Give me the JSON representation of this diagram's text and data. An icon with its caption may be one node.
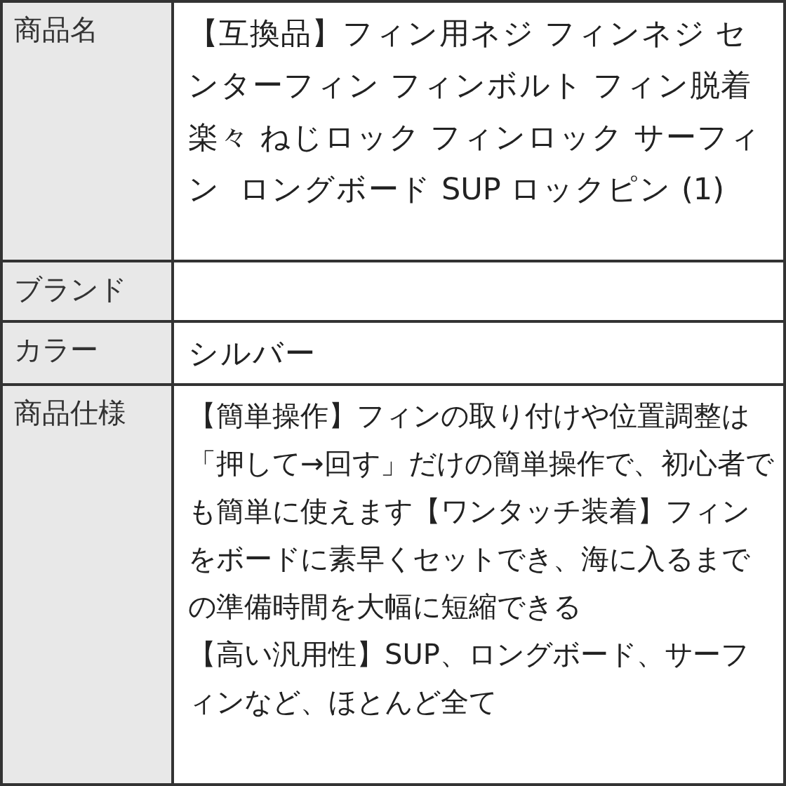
{
  "diagram": {
    "labels": [
      "商品名",
      "【互換品】フィン用ネジ フィンネジ センターフィン フィンボルト フィン脱着楽々 ねじロック フィンロック サーフィン  ロングボード SUP ロックピン (1)",
      "ブランド",
      "カラー",
      "シルバー",
      "商品仕様",
      "【簡単操作】フィンの取り付けや位置調整は「押して→回す」だけの簡単操作で、初心者でも簡単に使えます【ワンタッチ装着】フィンをボードに素早くセットでき、海に入るまでの準備時間を大幅に短縮できる",
      "【高い汎用性】SUP、ロングボード、サーフィンなど、ほとんど全て"
    ]
  }
}
